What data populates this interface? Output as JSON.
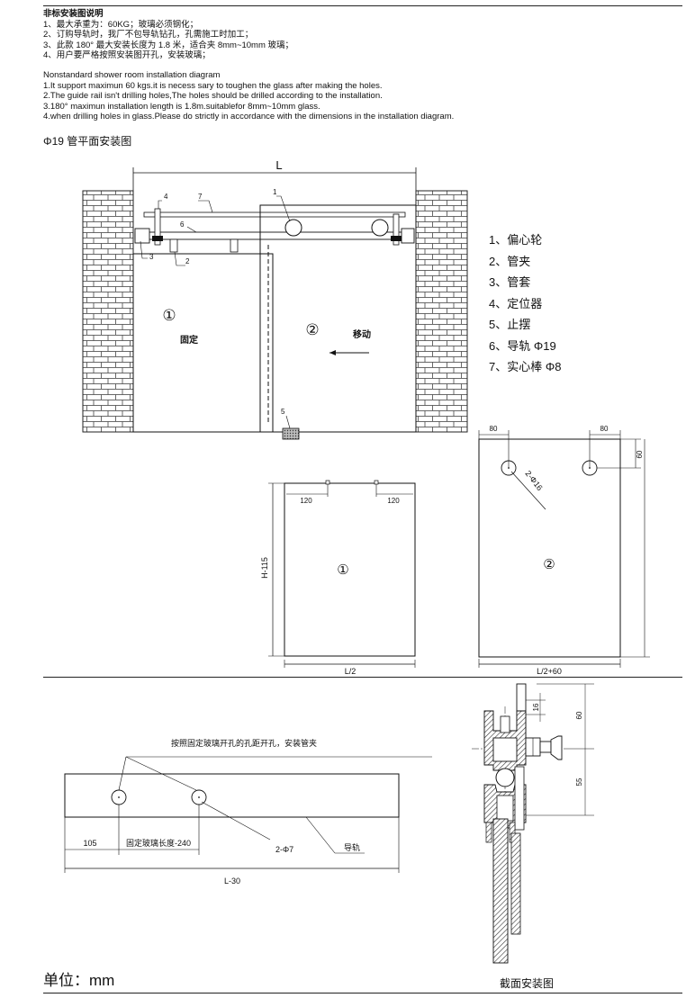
{
  "notes_cn": {
    "title": "非标安装图说明",
    "items": [
      "1、最大承重为：60KG；玻璃必须钢化；",
      "2、订购导轨时，我厂不包导轨钻孔，孔需施工时加工；",
      "3、此款 180° 最大安装长度为 1.8 米，适合夹 8mm~10mm 玻璃；",
      "4、用户要严格按照安装图开孔，安装玻璃；"
    ]
  },
  "notes_en": {
    "title": "Nonstandard shower room installation diagram",
    "items": [
      "1.It support maximun 60 kgs.it is necess sary to toughen the glass after making the holes.",
      "2.The guide rail isn't drilling holes,The holes should be drilled according to the installation.",
      "3.180°   maximun installation length is 1.8m.suitablefor 8mm~10mm glass.",
      "4.when drilling holes in glass.Please do strictly in accordance with the dimensions in the installation diagram."
    ]
  },
  "section_title": "Φ19 管平面安装图",
  "plan": {
    "dim_L": "L",
    "callouts": [
      "1",
      "2",
      "3",
      "4",
      "5",
      "6",
      "7"
    ],
    "panel1_mark": "①",
    "panel1_label": "固定",
    "panel2_mark": "②",
    "panel2_label": "移动"
  },
  "legend": [
    "1、偏心轮",
    "2、管夹",
    "3、管套",
    "4、定位器",
    "5、止摆",
    "6、导轨 Φ19",
    "7、实心棒 Φ8"
  ],
  "glass1": {
    "mark": "①",
    "dim_height": "H-115",
    "dim_width": "L/2",
    "dim_left": "120",
    "dim_right": "120"
  },
  "glass2": {
    "mark": "②",
    "dim_width": "L/2+60",
    "dim_left": "80",
    "dim_right": "80",
    "dim_top": "60",
    "hole_note": "2-Φ16"
  },
  "rail": {
    "note": "按照固定玻璃开孔的孔距开孔，安装管夹",
    "dim_left": "105",
    "dim_glass": "固定玻璃长度-240",
    "holes": "2-Φ7",
    "rail_label": "导轨",
    "dim_total": "L-30"
  },
  "section": {
    "dim_16": "16",
    "dim_60": "60",
    "dim_55": "55",
    "title": "截面安装图"
  },
  "unit_label": "单位：mm"
}
